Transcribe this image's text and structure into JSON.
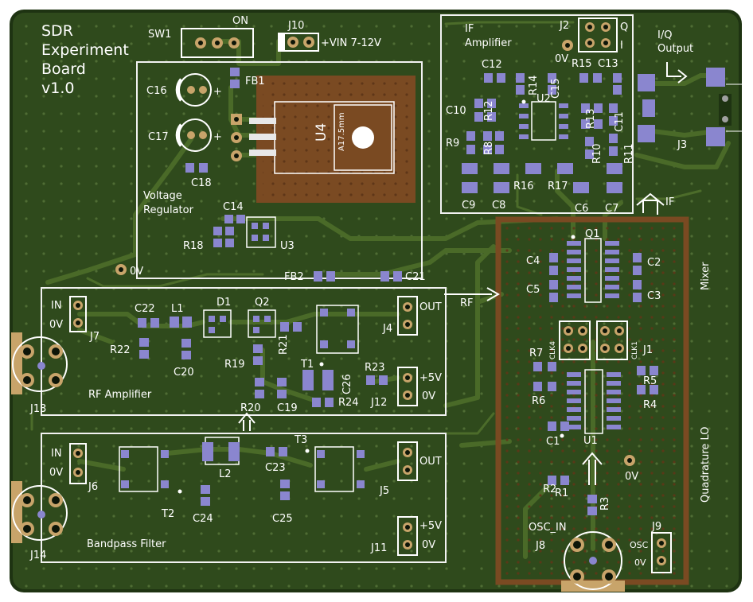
{
  "board": {
    "title_lines": [
      "SDR",
      "Experiment",
      "Board",
      "v1.0"
    ],
    "colors": {
      "board": "#2f4a1c",
      "board_edge": "#1e3312",
      "trace": "#4a6a28",
      "silkscreen": "#ffffff",
      "pad": "#8a86cf",
      "copper": "#c8a46a",
      "heatsink": "#7a4a22"
    }
  },
  "power": {
    "sw1": "SW1",
    "on": "ON",
    "j10": "J10",
    "vin": "+VIN 7-12V",
    "fb1": "FB1",
    "c16": "C16",
    "c17": "C17",
    "c18": "C18",
    "u4": "U4",
    "heatsink_mark": "A17.5mm",
    "section_lines": [
      "Voltage",
      "Regulator"
    ],
    "c14": "C14",
    "r18": "R18",
    "u3": "U3",
    "zero_v": "0V",
    "fb2": "FB2",
    "c21": "C21",
    "plus": "+"
  },
  "if_amp": {
    "section_lines": [
      "IF",
      "Amplifier"
    ],
    "j2": "J2",
    "q": "Q",
    "i": "I",
    "zero_v": "0V",
    "iq_lines": [
      "I/Q",
      "Output"
    ],
    "j3": "J3",
    "c12": "C12",
    "r14": "R14",
    "c15": "C15",
    "r15": "R15",
    "c13": "C13",
    "c10": "C10",
    "r12": "R12",
    "u2": "U2",
    "r13": "R13",
    "c11": "C11",
    "r9": "R9",
    "r8": "R8",
    "r10": "R10",
    "r11": "R11",
    "r16": "R16",
    "r17": "R17",
    "c9": "C9",
    "c8": "C8",
    "c6": "C6",
    "c7": "C7",
    "if_label": "IF"
  },
  "mixer": {
    "label": "Mixer",
    "q1": "Q1",
    "c4": "C4",
    "c5": "C5",
    "c2": "C2",
    "c3": "C3",
    "rf_label": "RF"
  },
  "lo": {
    "label": "Quadrature LO",
    "clk4": "CLK4",
    "clk1": "CLK1",
    "j1": "J1",
    "r7": "R7",
    "r6": "R6",
    "r5": "R5",
    "r4": "R4",
    "c1": "C1",
    "u1": "U1",
    "r2": "R2",
    "r1": "R1",
    "r3": "R3",
    "zero_v": "0V",
    "osc_in": "OSC_IN",
    "j8": "J8",
    "j9": "J9",
    "osc": "OSC",
    "zero_v2": "0V"
  },
  "rf_amp": {
    "section": "RF Amplifier",
    "in": "IN",
    "zero_v": "0V",
    "j7": "J7",
    "j13": "J13",
    "c22": "C22",
    "l1": "L1",
    "d1": "D1",
    "q2": "Q2",
    "r22": "R22",
    "c20": "C20",
    "r21": "R21",
    "r19": "R19",
    "t1": "T1",
    "c26": "C26",
    "r23": "R23",
    "r20": "R20",
    "c19": "C19",
    "r24": "R24",
    "out": "OUT",
    "j4": "J4",
    "plus5v": "+5V",
    "zero_v2": "0V",
    "j12": "J12"
  },
  "bpf": {
    "section": "Bandpass Filter",
    "in": "IN",
    "zero_v": "0V",
    "j6": "J6",
    "j14": "J14",
    "t2": "T2",
    "l2": "L2",
    "c24": "C24",
    "t3": "T3",
    "c23": "C23",
    "c25": "C25",
    "out": "OUT",
    "j5": "J5",
    "plus5v": "+5V",
    "zero_v2": "0V",
    "j11": "J11"
  }
}
